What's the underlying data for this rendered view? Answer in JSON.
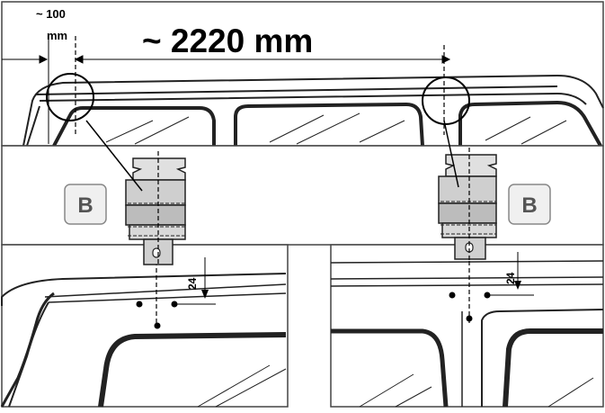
{
  "dimensions": {
    "offset_value": "~ 100",
    "offset_unit": "mm",
    "spacing": "~ 2220 mm",
    "detail_left_dim": "24",
    "detail_right_dim": "24"
  },
  "markers": {
    "left": "B",
    "right": "B"
  }
}
